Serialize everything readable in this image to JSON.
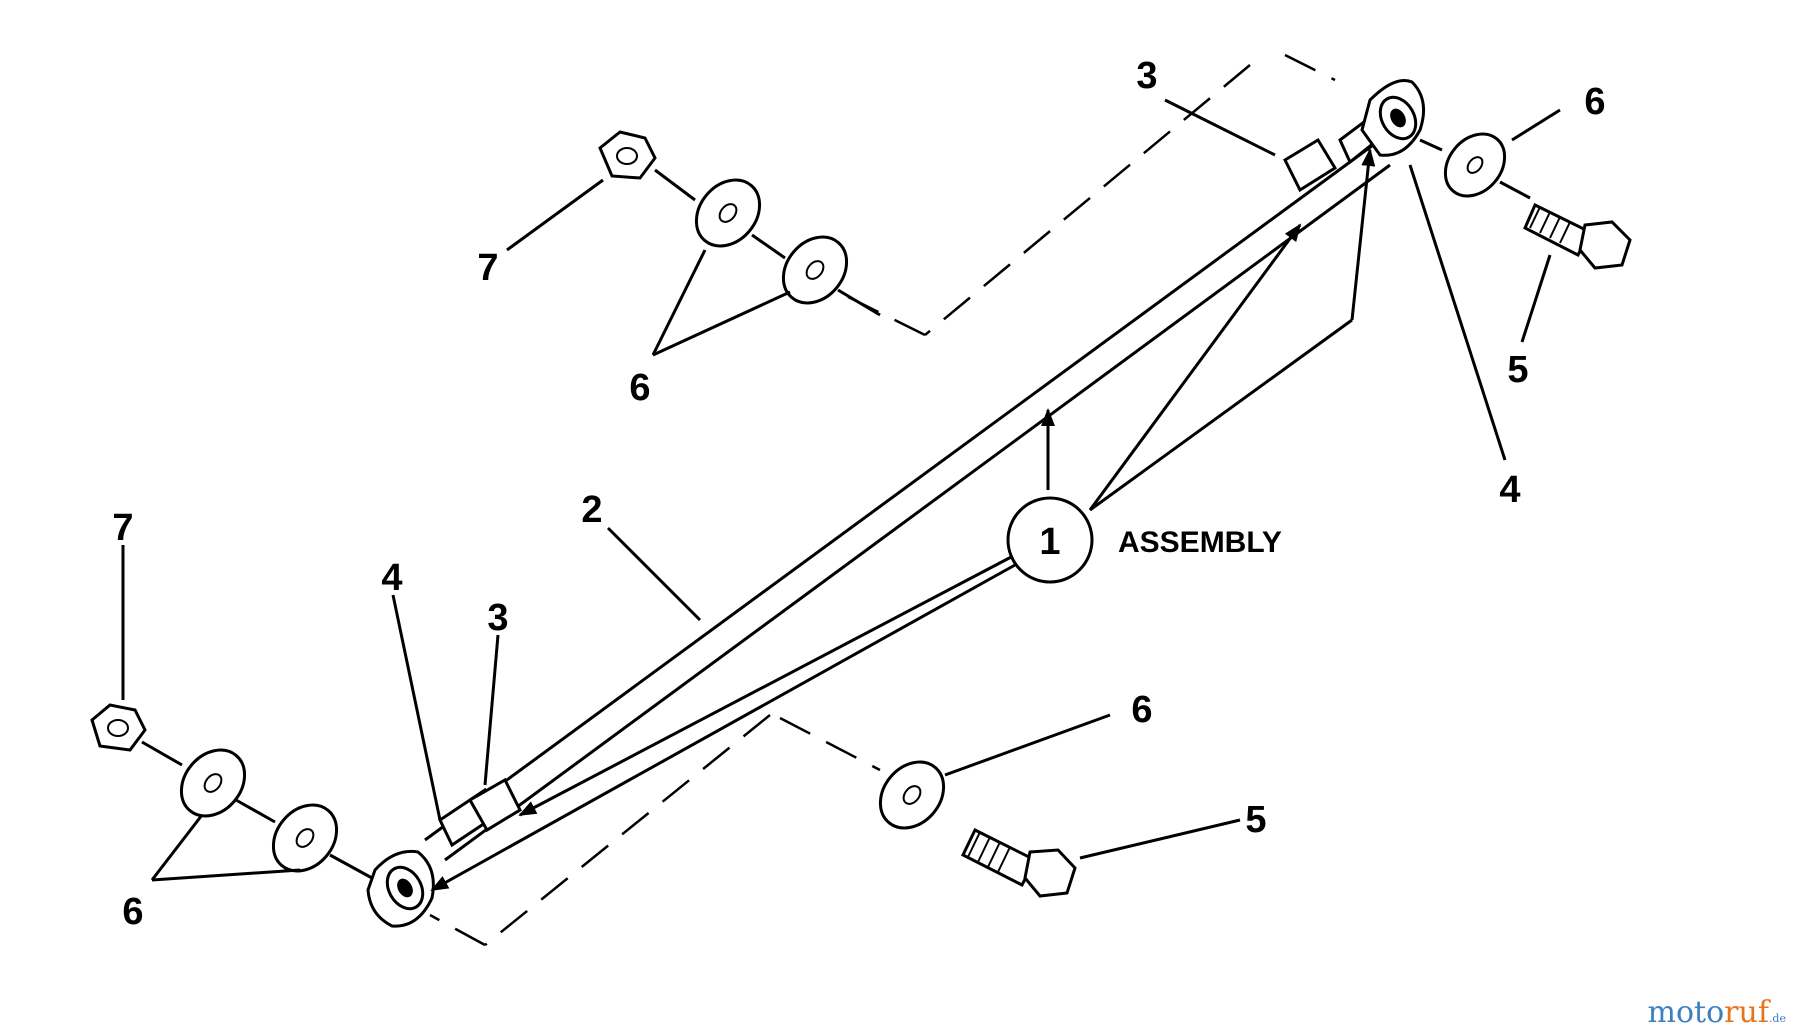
{
  "callouts": {
    "c1": "1",
    "c2": "2",
    "c3_top": "3",
    "c3_bottom": "3",
    "c4_right": "4",
    "c4_left": "4",
    "c5_right": "5",
    "c5_bottom": "5",
    "c6_top_right": "6",
    "c6_top_left": "6",
    "c6_bottom_left": "6",
    "c6_bottom_right": "6",
    "c7_top": "7",
    "c7_left": "7"
  },
  "assembly_label": "ASSEMBLY",
  "watermark": {
    "part1": "moto",
    "part2": "ruf",
    "suffix": ".de"
  },
  "colors": {
    "line": "#000000",
    "watermark_blue": "#3d7fc1",
    "watermark_orange": "#e8731a"
  }
}
